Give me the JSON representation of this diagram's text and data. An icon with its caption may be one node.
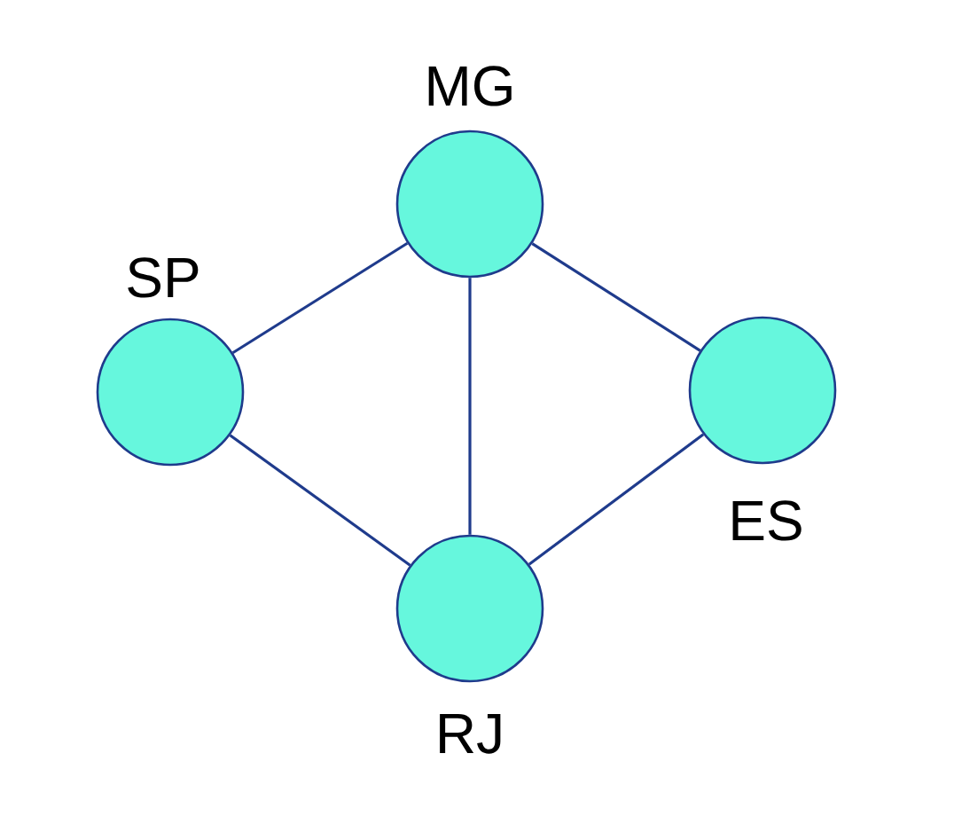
{
  "diagram": {
    "nodes": [
      {
        "text": [],
        "shape": "circle",
        "beside": [
          "MG"
        ]
      },
      {
        "text": [],
        "shape": "circle",
        "beside": [
          "SP"
        ]
      },
      {
        "text": [],
        "shape": "circle",
        "beside": [
          "ES"
        ]
      },
      {
        "text": [],
        "shape": "circle",
        "beside": [
          "RJ"
        ]
      }
    ],
    "edges": [
      {
        "from": 1,
        "to": 0,
        "arrow": "none"
      },
      {
        "from": 0,
        "to": 3,
        "arrow": "none"
      },
      {
        "from": 0,
        "to": 2,
        "arrow": "none"
      },
      {
        "from": 1,
        "to": 3,
        "arrow": "none"
      },
      {
        "from": 2,
        "to": 3,
        "arrow": "none"
      }
    ]
  }
}
